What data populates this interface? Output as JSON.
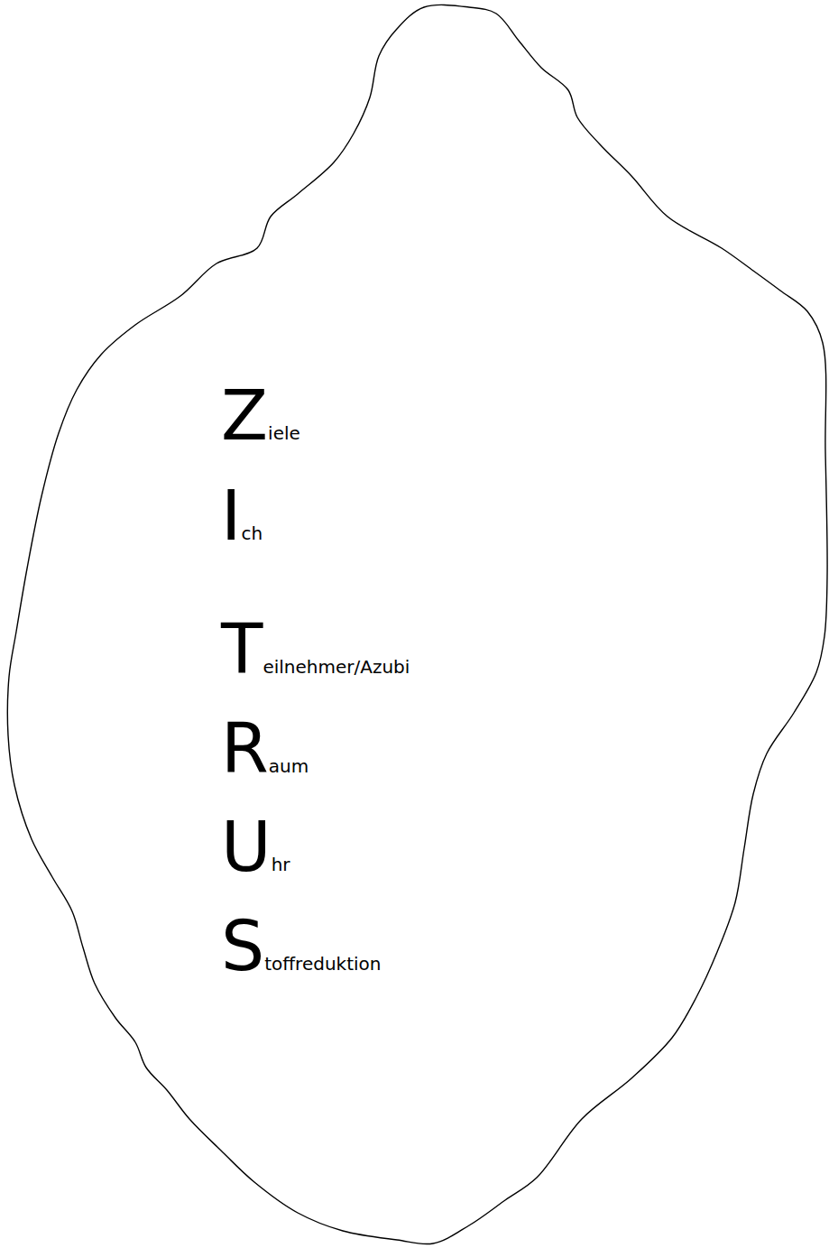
{
  "diagram": {
    "nodes": [
      {
        "text": [
          "Ziele",
          "Ich",
          "Teilnehmer/Azubi",
          "Raum",
          "Uhr",
          "Stoffreduktion"
        ]
      }
    ]
  }
}
